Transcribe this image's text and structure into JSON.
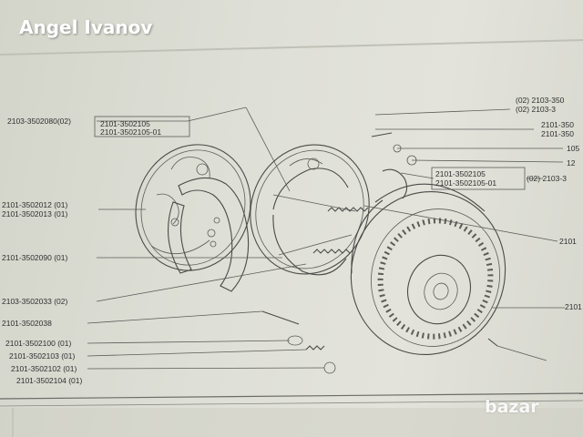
{
  "watermark": "Angel Ivanov",
  "logo_text": "bazar",
  "labels": {
    "l1": "2103-3502080(02)",
    "l2": "2101-3502105",
    "l3": "2101-3502105-01",
    "l4": "2101-3502012 (01)",
    "l5": "2101-3502013 (01)",
    "l6": "2101-3502090 (01)",
    "l7": "2103-3502033 (02)",
    "l8": "2101-3502038",
    "l9": "2101-3502100 (01)",
    "l10": "2101-3502103 (01)",
    "l11": "2101-3502102 (01)",
    "l12": "2101-3502104 (01)",
    "r1": "(02) 2103-350",
    "r2": "(02) 2103-3",
    "r3": "2101-350",
    "r4": "2101-350",
    "r5": "105",
    "r6": "12",
    "r7": "2101-3502105",
    "r8": "2101-3502105-01",
    "r9": "(02) 2103-3",
    "r10": "2101",
    "r11": "2101"
  }
}
